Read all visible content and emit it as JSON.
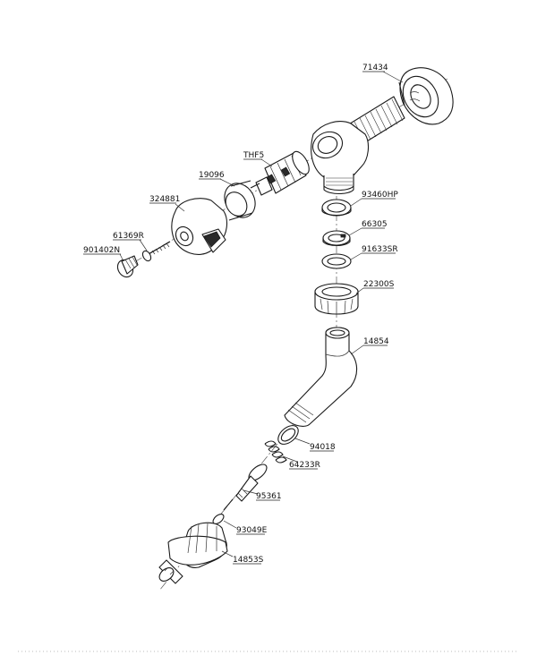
{
  "labels": {
    "p71434": "71434",
    "pTHF5": "THF5",
    "p19096": "19096",
    "p324881": "324881",
    "p93460HP": "93460HP",
    "p66305": "66305",
    "p61369R": "61369R",
    "p901402N": "901402N",
    "p91633SR": "91633SR",
    "p22300S": "22300S",
    "p14854": "14854",
    "p94018": "94018",
    "p64233R": "64233R",
    "p95361": "95361",
    "p93049E": "93049E",
    "p14853S": "14853S"
  },
  "colors": {
    "ink": "#1a1a1a",
    "paper": "#ffffff"
  }
}
